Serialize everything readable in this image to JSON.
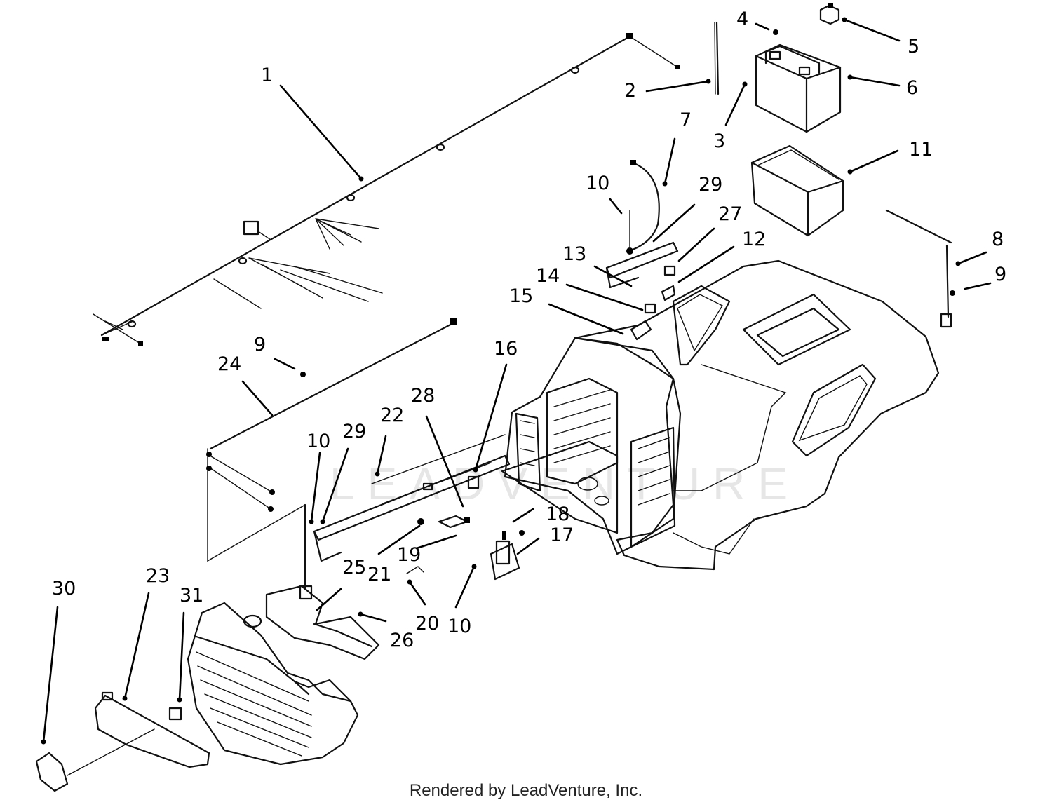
{
  "watermark_text": "LEADVENTURE",
  "credit": "Rendered by LeadVenture, Inc.",
  "callouts": [
    {
      "label": "1"
    },
    {
      "label": "2"
    },
    {
      "label": "3"
    },
    {
      "label": "4"
    },
    {
      "label": "5"
    },
    {
      "label": "6"
    },
    {
      "label": "7"
    },
    {
      "label": "10"
    },
    {
      "label": "29"
    },
    {
      "label": "11"
    },
    {
      "label": "27"
    },
    {
      "label": "12"
    },
    {
      "label": "13"
    },
    {
      "label": "14"
    },
    {
      "label": "15"
    },
    {
      "label": "8"
    },
    {
      "label": "9"
    },
    {
      "label": "16"
    },
    {
      "label": "9"
    },
    {
      "label": "24"
    },
    {
      "label": "28"
    },
    {
      "label": "22"
    },
    {
      "label": "29"
    },
    {
      "label": "10"
    },
    {
      "label": "18"
    },
    {
      "label": "17"
    },
    {
      "label": "19"
    },
    {
      "label": "25"
    },
    {
      "label": "21"
    },
    {
      "label": "30"
    },
    {
      "label": "23"
    },
    {
      "label": "31"
    },
    {
      "label": "20"
    },
    {
      "label": "10"
    },
    {
      "label": "26"
    }
  ]
}
